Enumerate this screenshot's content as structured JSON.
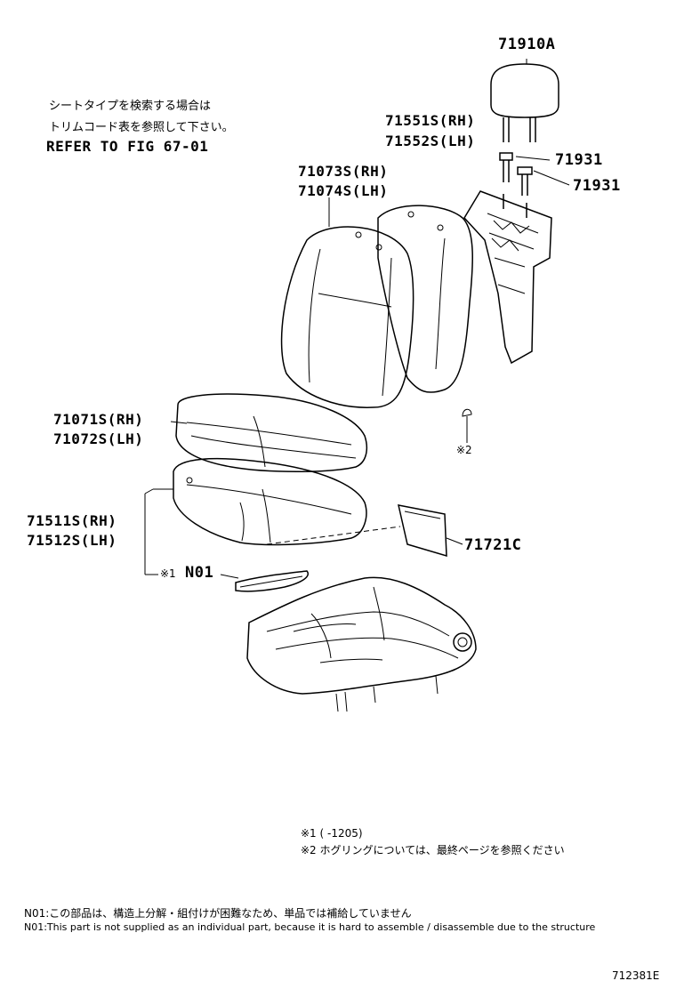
{
  "header_note": {
    "line1": "シートタイプを検索する場合は",
    "line2": "トリムコード表を参照して下さい。",
    "line3": "REFER TO FIG 67-01"
  },
  "parts": {
    "p71910A": "71910A",
    "p71551S": "71551S(RH)",
    "p71552S": "71552S(LH)",
    "p71931_a": "71931",
    "p71931_b": "71931",
    "p71073S": "71073S(RH)",
    "p71074S": "71074S(LH)",
    "p71071S": "71071S(RH)",
    "p71072S": "71072S(LH)",
    "p71511S": "71511S(RH)",
    "p71512S": "71512S(LH)",
    "p71721C": "71721C",
    "n01_mark": "※1",
    "n01": "N01",
    "hog_mark": "※2"
  },
  "footnotes": {
    "fn1": "※1 (      -1205)",
    "fn2": "※2 ホグリングについては、最終ページを参照ください"
  },
  "bottom_notes": {
    "jp": "N01:この部品は、構造上分解・組付けが困難なため、単品では補給していません",
    "en": "N01:This part is not supplied as an individual part, because it is hard to assemble / disassemble due to the structure"
  },
  "figure_code": "712381E"
}
